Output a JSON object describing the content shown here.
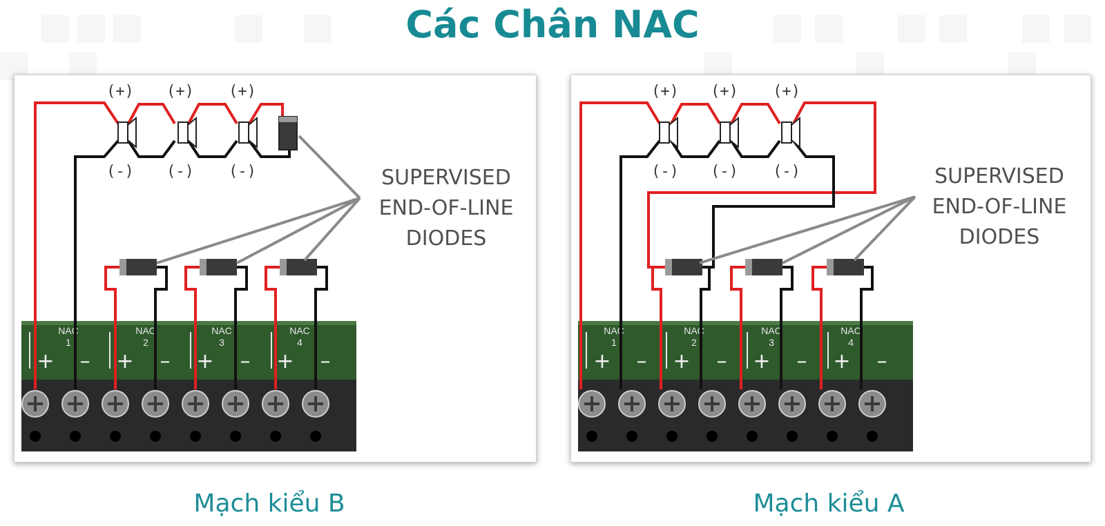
{
  "title": "Các Chân NAC",
  "panels": [
    {
      "circuit_label": "Mạch kiểu B",
      "eol_label": [
        "SUPERVISED",
        "END-OF-LINE",
        "DIODES"
      ],
      "positive_marker": "(+)",
      "negative_marker": "(-)",
      "terminals": [
        {
          "name": "NAC",
          "number": "1"
        },
        {
          "name": "NAC",
          "number": "2"
        },
        {
          "name": "NAC",
          "number": "3"
        },
        {
          "name": "NAC",
          "number": "4"
        }
      ],
      "terminal_signs": [
        "+",
        "–",
        "+",
        "–",
        "+",
        "–",
        "+",
        "–"
      ]
    },
    {
      "circuit_label": "Mạch kiểu A",
      "eol_label": [
        "SUPERVISED",
        "END-OF-LINE",
        "DIODES"
      ],
      "positive_marker": "(+)",
      "negative_marker": "(-)",
      "terminals": [
        {
          "name": "NAC",
          "number": "1"
        },
        {
          "name": "NAC",
          "number": "2"
        },
        {
          "name": "NAC",
          "number": "3"
        },
        {
          "name": "NAC",
          "number": "4"
        }
      ],
      "terminal_signs": [
        "+",
        "–",
        "+",
        "–",
        "+",
        "–",
        "+",
        "–"
      ]
    }
  ],
  "colors": {
    "title": "#188a94",
    "caption": "#1c8d97",
    "positive_wire": "#e02020",
    "negative_wire": "#111111",
    "leader_line": "#8a8a8a",
    "board": "#2f5a2c"
  }
}
